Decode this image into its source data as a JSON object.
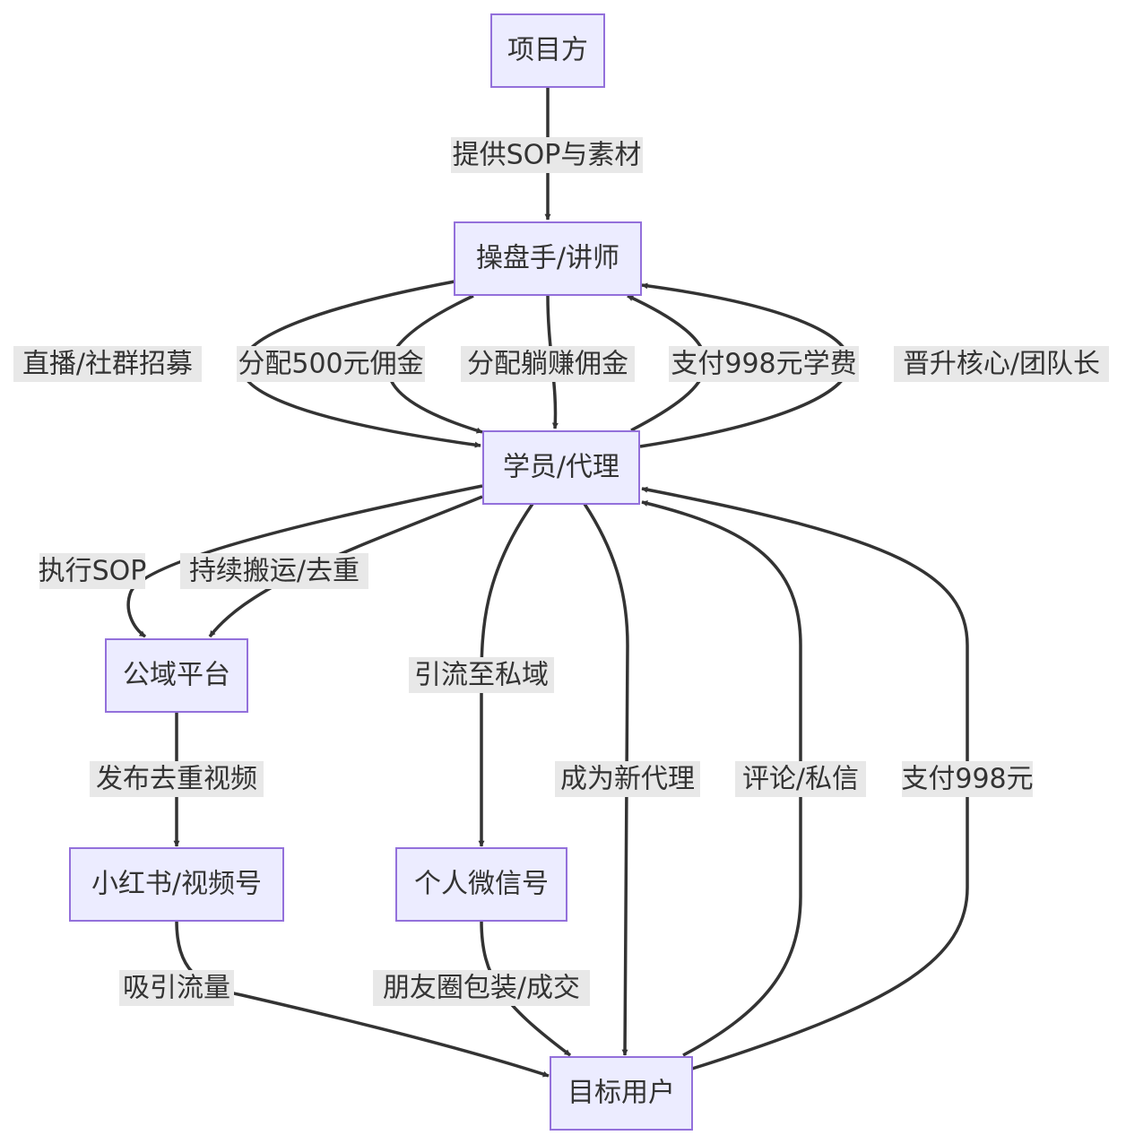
{
  "nodes": {
    "project": "项目方",
    "operator": "操盘手/讲师",
    "student": "学员/代理",
    "public": "公域平台",
    "xhs": "小红书/视频号",
    "wechat": "个人微信号",
    "target": "目标用户"
  },
  "edges": {
    "sop_material": "提供SOP与素材",
    "live_recruit": "直播/社群招募",
    "commission_500": "分配500元佣金",
    "passive_comm": "分配躺赚佣金",
    "pay_998_fee": "支付998元学费",
    "promote_core": "晋升核心/团队长",
    "exec_sop": "执行SOP",
    "repost_dedup": "持续搬运/去重",
    "to_private": "引流至私域",
    "publish_video": "发布去重视频",
    "attract": "吸引流量",
    "moments_deal": "朋友圈包装/成交",
    "new_agent": "成为新代理",
    "comment_dm": "评论/私信",
    "pay_998": "支付998元"
  },
  "colors": {
    "node_fill": "#ececff",
    "node_stroke": "#9370db",
    "edge": "#333333",
    "label_bg": "#e8e8e8"
  }
}
